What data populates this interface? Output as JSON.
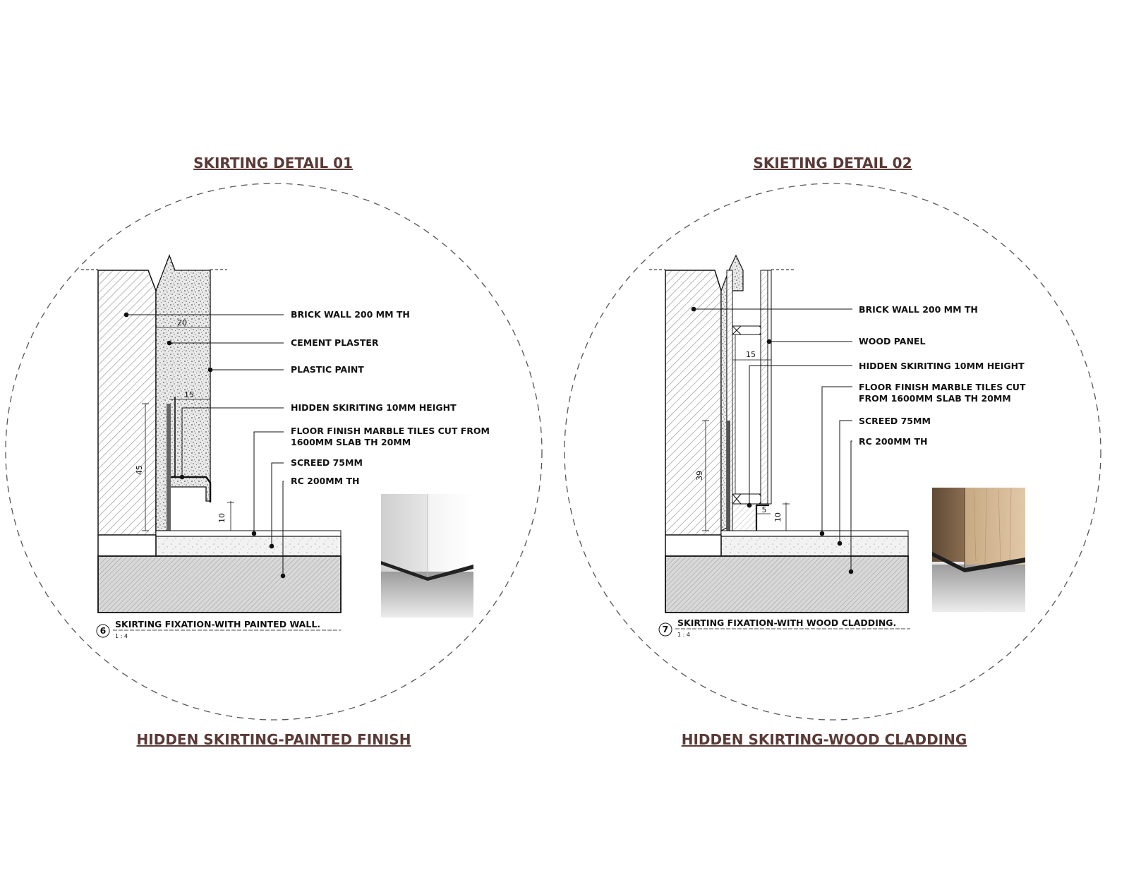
{
  "detail1": {
    "title": "SKIRTING DETAIL 01",
    "subtitle": "HIDDEN SKIRTING-PAINTED FINISH",
    "labels": {
      "brick_wall": "BRICK WALL 200 MM TH",
      "cement_plaster": "CEMENT PLASTER",
      "plastic_paint": "PLASTIC PAINT",
      "hidden_skirting": "HIDDEN SKIRITING 10MM HEIGHT",
      "floor_finish_1": "FLOOR FINISH MARBLE TILES CUT FROM",
      "floor_finish_2": "1600MM SLAB TH 20MM",
      "screed": "SCREED 75MM",
      "rc": "RC 200MM TH"
    },
    "dims": {
      "d20": "20",
      "d15": "15",
      "d45": "45",
      "d10": "10"
    },
    "caption": {
      "number": "6",
      "text": "SKIRTING FIXATION-WITH PAINTED WALL.",
      "scale": "1 : 4"
    },
    "photo": "painted-wall-corner-photo"
  },
  "detail2": {
    "title": "SKIETING DETAIL 02",
    "subtitle": "HIDDEN SKIRTING-WOOD CLADDING",
    "labels": {
      "brick_wall": "BRICK WALL 200 MM TH",
      "wood_panel": "WOOD PANEL",
      "hidden_skirting": "HIDDEN SKIRITING 10MM HEIGHT",
      "floor_finish_1": "FLOOR FINISH MARBLE TILES CUT",
      "floor_finish_2": "FROM 1600MM SLAB TH 20MM",
      "screed": "SCREED 75MM",
      "rc": "RC 200MM TH"
    },
    "dims": {
      "d15": "15",
      "d39": "39",
      "d5": "5",
      "d10": "10"
    },
    "caption": {
      "number": "7",
      "text": "SKIRTING FIXATION-WITH WOOD CLADDING.",
      "scale": "1 : 4"
    },
    "photo": "wood-cladding-corner-photo"
  },
  "colors": {
    "heading": "#5a3a36",
    "line": "#111111",
    "dashed_circle": "#555555"
  }
}
